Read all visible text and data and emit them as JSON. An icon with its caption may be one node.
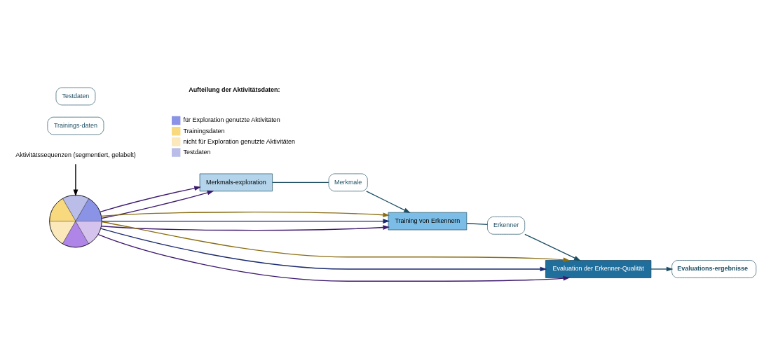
{
  "diagram": {
    "nodes": [
      {
        "text": [
          "Merkmals-exploration"
        ]
      },
      {
        "text": [
          "Merkmale"
        ]
      },
      {
        "text": [
          "Trainings-daten"
        ]
      },
      {
        "text": [
          "Training von Erkennern"
        ]
      },
      {
        "text": [
          "Erkenner"
        ]
      },
      {
        "text": [],
        "shape": "circle"
      },
      {
        "text": [
          "Testdaten"
        ]
      },
      {
        "text": [
          "Evaluation der Erkenner-Qualität"
        ]
      },
      {
        "text": [
          "Evaluations-ergebnisse"
        ]
      },
      {
        "text": [
          "Aktivitätssequenzen (segmentiert, gelabelt)"
        ]
      }
    ],
    "edges": [
      {
        "from": 9,
        "to": 5,
        "arrow": "to",
        "color": "#000000"
      },
      {
        "from": 5,
        "to": 0,
        "arrow": "to",
        "color": "#3d1a6e"
      },
      {
        "from": 5,
        "to": 0,
        "arrow": "to",
        "color": "#3d1a6e"
      },
      {
        "from": 0,
        "to": 1,
        "arrow": "none"
      },
      {
        "from": 1,
        "to": 3,
        "arrow": "to"
      },
      {
        "from": 5,
        "to": 3,
        "arrow": "to",
        "color": "#3d1a6e"
      },
      {
        "from": 5,
        "to": 3,
        "arrow": "to",
        "color": "#1a2a6e"
      },
      {
        "from": 5,
        "to": 3,
        "arrow": "to",
        "color": "#8a6d12"
      },
      {
        "from": 3,
        "to": 4,
        "arrow": "none"
      },
      {
        "from": 4,
        "to": 7,
        "arrow": "to"
      },
      {
        "from": 5,
        "to": 7,
        "arrow": "to",
        "color": "#3d1a6e"
      },
      {
        "from": 5,
        "to": 7,
        "arrow": "to",
        "color": "#1a2a6e"
      },
      {
        "from": 5,
        "to": 7,
        "arrow": "to",
        "color": "#8a6d12"
      },
      {
        "from": 7,
        "to": 8,
        "arrow": "to"
      }
    ],
    "labels": [
      "Aufteilung der Aktivitätsdaten:"
    ],
    "legend": [
      {
        "text": "für Exploration genutzte Aktivitäten",
        "color": "#8b93e6"
      },
      {
        "text": "Trainingsdaten",
        "color": "#f8d97e"
      },
      {
        "text": "nicht für Exploration genutzte Aktivitäten",
        "color": "#fbe9bb"
      },
      {
        "text": "Testdaten",
        "color": "#b9bde8"
      }
    ]
  }
}
